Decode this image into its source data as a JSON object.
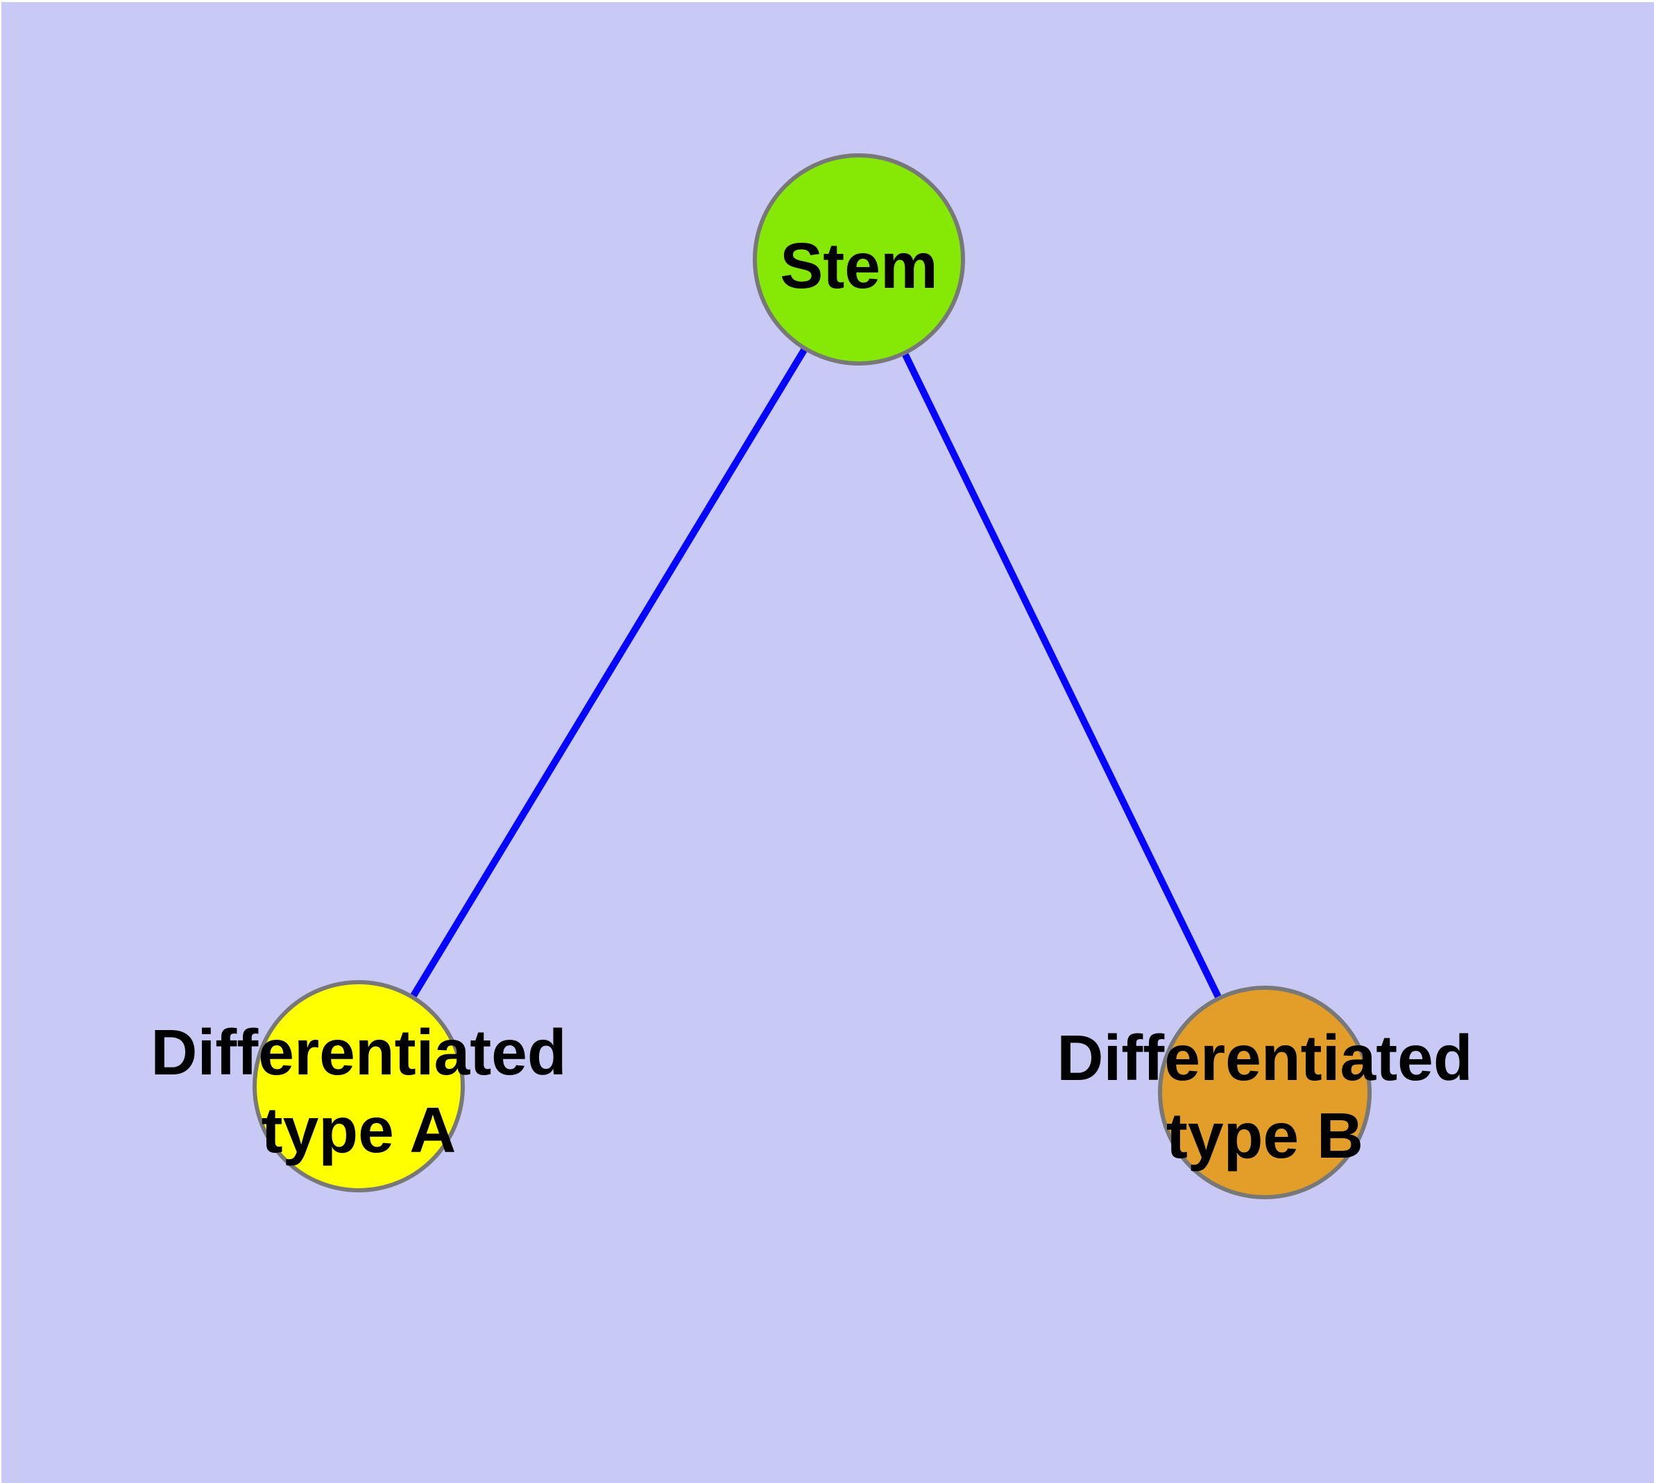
{
  "diagram": {
    "type": "node-link-graph",
    "description": "Stem cell differentiation graph: one stem node connected to two differentiated cell type nodes",
    "colors": {
      "background": "#c9c9f6",
      "frame": "#ffffff",
      "edge": "#0606ff",
      "node_border": "#787878",
      "label_text": "#000000"
    },
    "nodes": [
      {
        "id": "stem",
        "label": "Stem",
        "label_lines": [
          "Stem"
        ],
        "fill": "#85e805"
      },
      {
        "id": "differentiated-type-a",
        "label": "Differentiated type A",
        "label_lines": [
          "Differentiated",
          "type A"
        ],
        "fill": "#ffff00"
      },
      {
        "id": "differentiated-type-b",
        "label": "Differentiated type B",
        "label_lines": [
          "Differentiated",
          "type B"
        ],
        "fill": "#e29e28"
      }
    ],
    "edges": [
      {
        "source": "Stem",
        "target": "Differentiated type A"
      },
      {
        "source": "Stem",
        "target": "Differentiated type B"
      }
    ]
  }
}
